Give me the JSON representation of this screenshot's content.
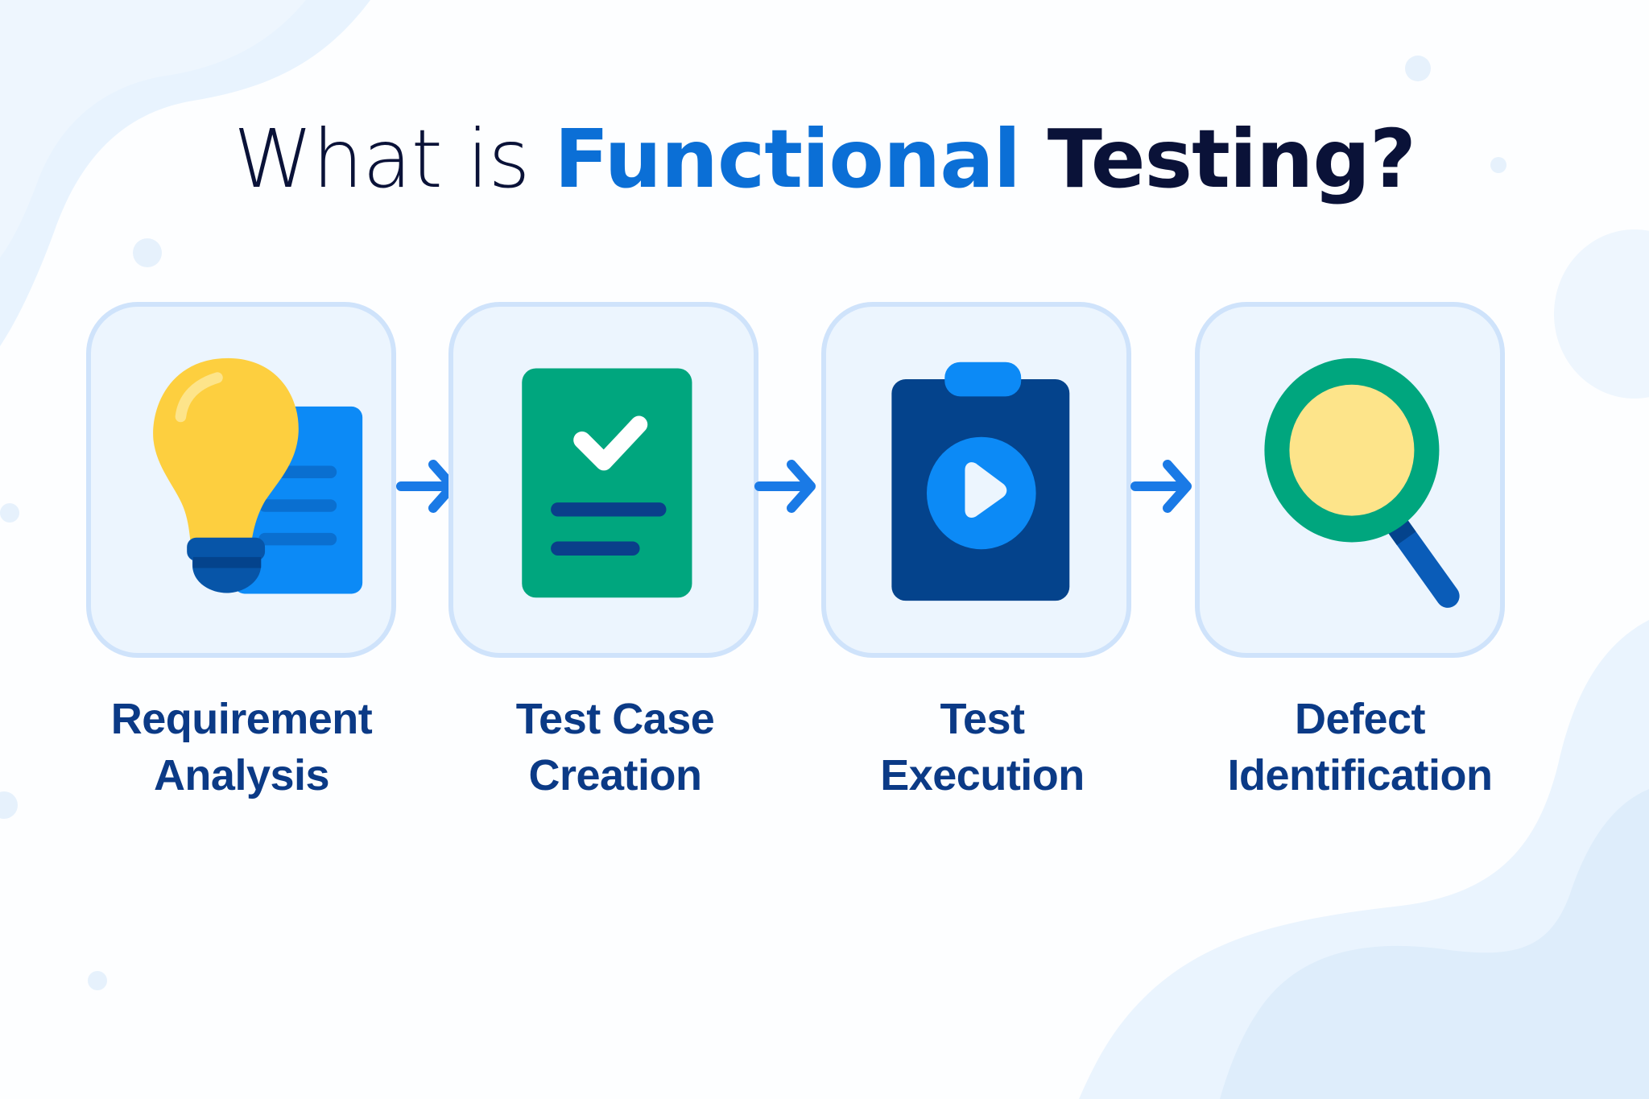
{
  "title": {
    "part1": "What is ",
    "part2": "Functional",
    "part3": " Testing?"
  },
  "colors": {
    "title_dark": "#0a1238",
    "title_accent": "#0b6fd6",
    "label": "#0b3a86",
    "card_border": "#cfe3fb",
    "card_fill": "#ecf5fe",
    "arrow": "#1a7ae6",
    "bulb_yellow": "#fdcf3f",
    "doc_blue": "#0c8af6",
    "green": "#00a67e",
    "navy": "#04438c",
    "lens_yellow": "#fde48a"
  },
  "steps": [
    {
      "icon": "lightbulb-document-icon",
      "line1": "Requirement",
      "line2": "Analysis"
    },
    {
      "icon": "checklist-document-icon",
      "line1": "Test Case",
      "line2": "Creation"
    },
    {
      "icon": "clipboard-play-icon",
      "line1": "Test",
      "line2": "Execution"
    },
    {
      "icon": "magnifying-glass-icon",
      "line1": "Defect",
      "line2": "Identification"
    }
  ]
}
